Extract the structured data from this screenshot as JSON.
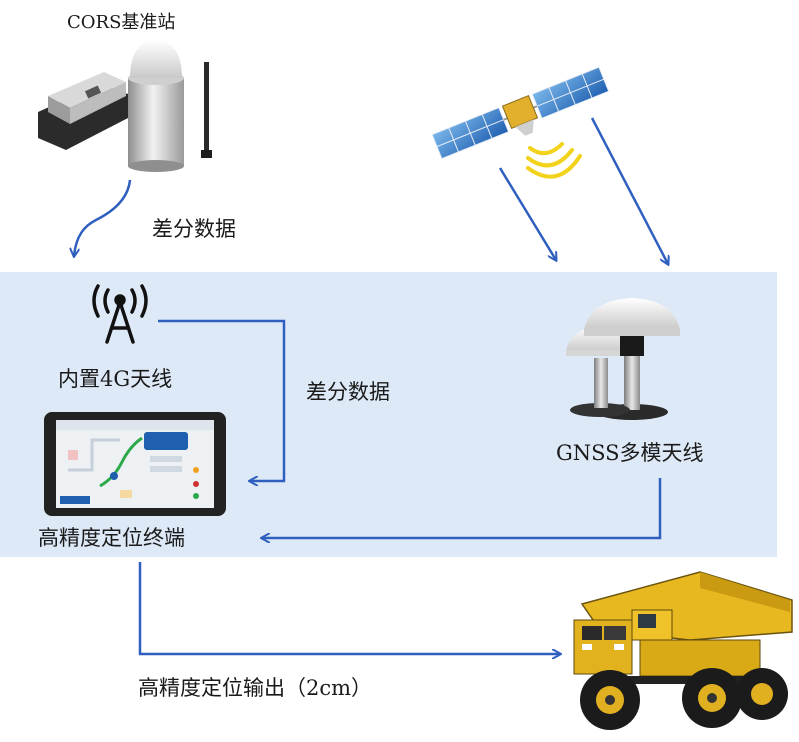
{
  "nodes": {
    "cors_station": "CORS基准站",
    "antenna_4g": "内置4G天线",
    "gnss_antenna": "GNSS多模天线",
    "terminal": "高精度定位终端"
  },
  "edges": {
    "cors_to_4g": "差分数据",
    "4g_to_terminal": "差分数据",
    "terminal_to_truck": "高精度定位输出（2cm）"
  },
  "colors": {
    "arrow": "#2f5fbf",
    "band": "#dde9f7",
    "signal": "#f2d21a"
  },
  "icons": [
    "cors-base-station-image",
    "satellite-icon",
    "cell-tower-icon",
    "tablet-terminal-image",
    "gnss-antenna-image",
    "mining-truck-image"
  ]
}
